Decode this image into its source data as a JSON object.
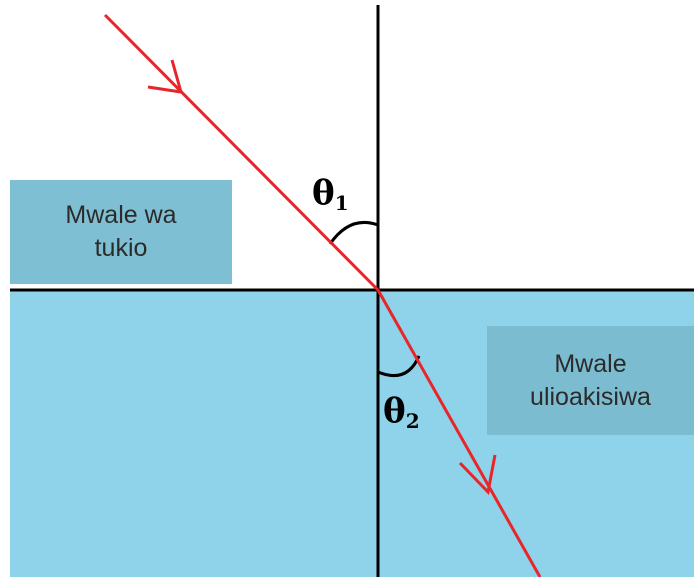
{
  "diagram": {
    "incident_label": [
      "Mwale wa",
      "tukio"
    ],
    "refracted_label": [
      "Mwale",
      "ulioakisiwa"
    ],
    "angle1": {
      "symbol": "θ",
      "subscript": "1"
    },
    "angle2": {
      "symbol": "θ",
      "subscript": "2"
    }
  },
  "colors": {
    "ray": "#e8262a",
    "medium": "#8fd3ea",
    "lines": "#000000",
    "incident_box": "#7fbfd3",
    "refracted_box": "#7bbcd0"
  }
}
